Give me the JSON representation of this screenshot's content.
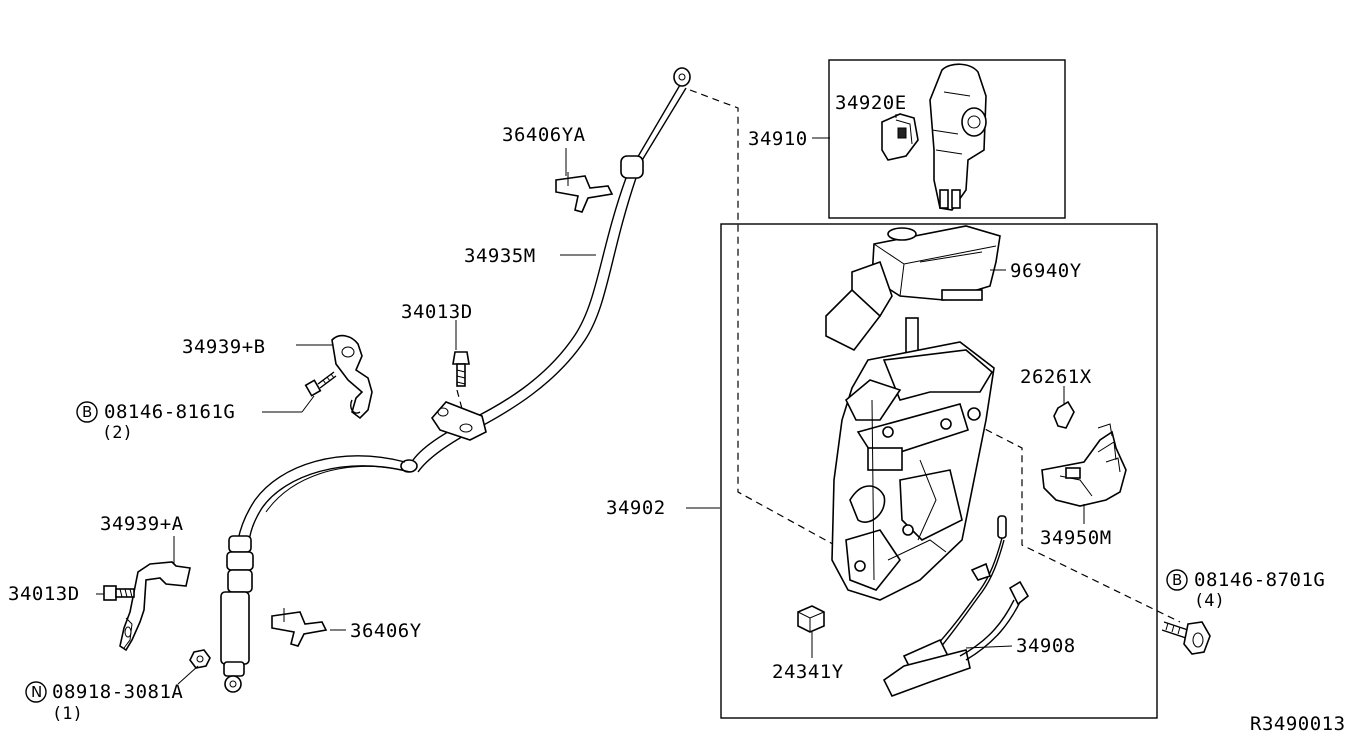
{
  "diagram_id": "R3490013",
  "parts": {
    "p36406YA": "36406YA",
    "p34910": "34910",
    "p34920E": "34920E",
    "p34935M": "34935M",
    "p96940Y": "96940Y",
    "p34013D_top": "34013D",
    "p34939B": "34939+B",
    "p08146_8161G": "08146-8161G",
    "p08146_8161G_qty": "(2)",
    "p26261X": "26261X",
    "p34902": "34902",
    "p34950M": "34950M",
    "p34939A": "34939+A",
    "p34013D_left": "34013D",
    "p08146_8701G": "08146-8701G",
    "p08146_8701G_qty": "(4)",
    "p36406Y": "36406Y",
    "p34908": "34908",
    "p24341Y": "24341Y",
    "p08918_3081A": "08918-3081A",
    "p08918_3081A_qty": "(1)"
  },
  "symbols": {
    "bolt_symbol": "B",
    "nut_symbol": "N"
  }
}
